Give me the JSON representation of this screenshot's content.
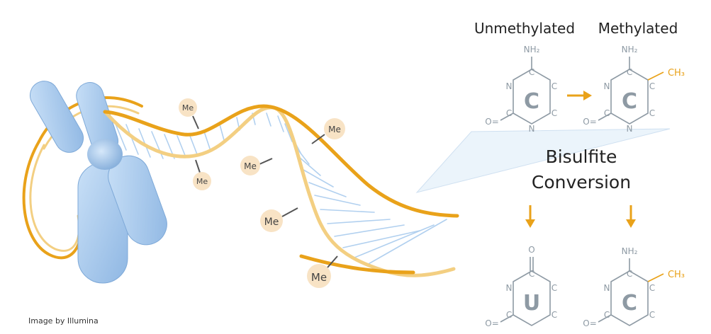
{
  "labels": {
    "unmethylated": "Unmethylated",
    "methylated": "Methylated",
    "bisulfite_line1": "Bisulfite",
    "bisulfite_line2": "Conversion",
    "credit": "Image by Illumina"
  },
  "methyl_tag": "Me",
  "chem": {
    "nh2": "NH₂",
    "ch3": "CH₃",
    "n": "N",
    "c": "C",
    "o_left": "O=",
    "o_top": "O",
    "base_cytosine": "C",
    "base_uracil": "U"
  },
  "colors": {
    "gold": "#e9a21a",
    "gold_light": "#f3cf82",
    "chromosome": "#a9cbee",
    "chromosome_dark": "#7ea9d8",
    "me_circle": "#f8e3c5",
    "chem_gray": "#8e9aa4"
  }
}
